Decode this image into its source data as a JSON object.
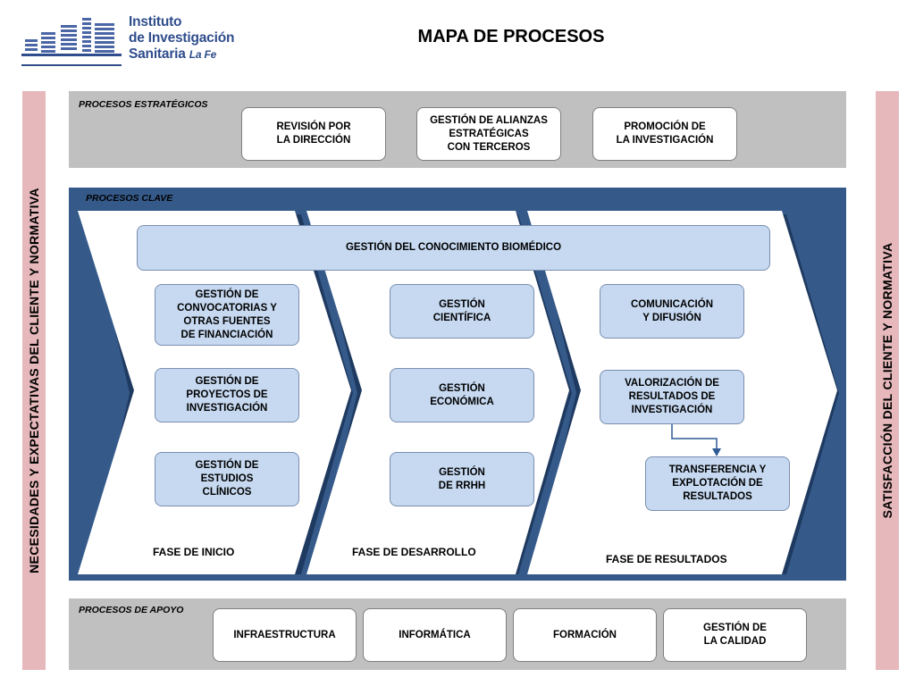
{
  "logo": {
    "line1": "Instituto",
    "line2": "de Investigación",
    "line3": "Sanitaria",
    "line3_suffix": "La Fe",
    "icon": "building-icon"
  },
  "title": "MAPA DE PROCESOS",
  "left_side": {
    "label": "NECESIDADES  Y  EXPECTATIVAS  DEL  CLIENTE  Y  NORMATIVA"
  },
  "right_side": {
    "label": "SATISFACCIÓN  DEL  CLIENTE Y NORMATIVA"
  },
  "strategic": {
    "label": "PROCESOS ESTRATÉGICOS",
    "items": [
      {
        "label": "REVISIÓN POR\nLA DIRECCIÓN"
      },
      {
        "label": "GESTIÓN DE ALIANZAS\nESTRATÉGICAS\nCON TERCEROS"
      },
      {
        "label": "PROMOCIÓN DE\nLA INVESTIGACIÓN"
      }
    ]
  },
  "key": {
    "label": "PROCESOS CLAVE",
    "knowledge": "GESTIÓN DEL  CONOCIMIENTO  BIOMÉDICO",
    "phases": [
      {
        "label": "FASE DE INICIO",
        "items": [
          {
            "label": "GESTIÓN DE\nCONVOCATORIAS Y\nOTRAS FUENTES\nDE FINANCIACIÓN"
          },
          {
            "label": "GESTIÓN DE\nPROYECTOS DE\nINVESTIGACIÓN"
          },
          {
            "label": "GESTIÓN DE\nESTUDIOS\nCLÍNICOS"
          }
        ]
      },
      {
        "label": "FASE DE DESARROLLO",
        "items": [
          {
            "label": "GESTIÓN\nCIENTÍFICA"
          },
          {
            "label": "GESTIÓN\nECONÓMICA"
          },
          {
            "label": "GESTIÓN\nDE RRHH"
          }
        ]
      },
      {
        "label": "FASE DE RESULTADOS",
        "items": [
          {
            "label": "COMUNICACIÓN\nY DIFUSIÓN"
          },
          {
            "label": "VALORIZACIÓN  DE\nRESULTADOS DE\nINVESTIGACIÓN"
          },
          {
            "label": "TRANSFERENCIA Y\nEXPLOTACIÓN DE\nRESULTADOS"
          }
        ]
      }
    ]
  },
  "support": {
    "label": "PROCESOS DE APOYO",
    "items": [
      {
        "label": "INFRAESTRUCTURA"
      },
      {
        "label": "INFORMÁTICA"
      },
      {
        "label": "FORMACIÓN"
      },
      {
        "label": "GESTIÓN DE\nLA CALIDAD"
      }
    ]
  },
  "colors": {
    "key_background": "#355a8a",
    "box_blue": "#c6d9f1",
    "band_gray": "#c0c0c0",
    "side_pink": "#e6b8bb"
  }
}
